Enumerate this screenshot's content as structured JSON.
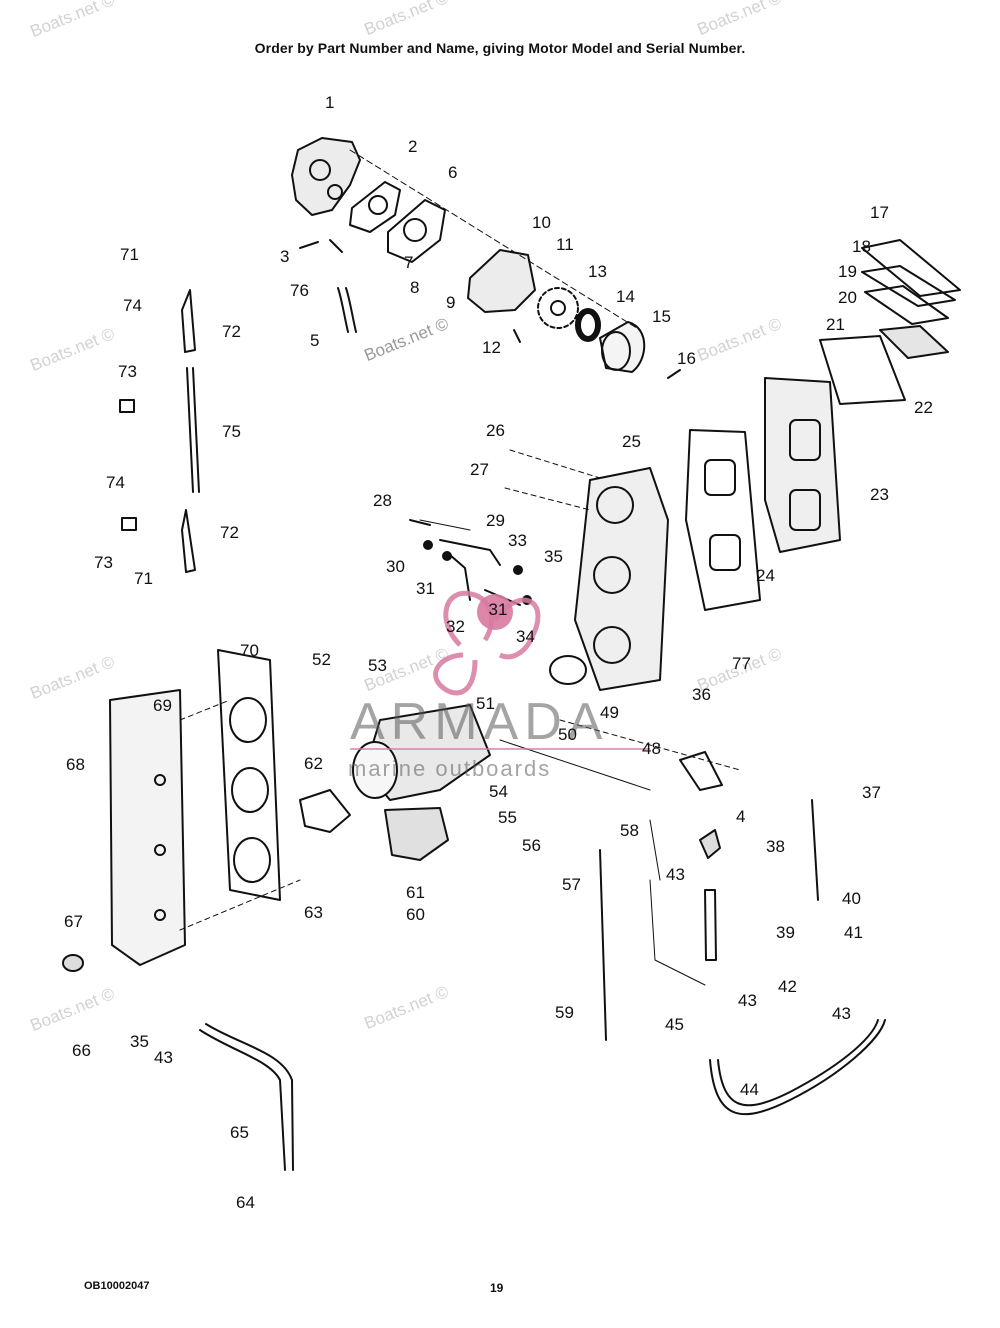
{
  "header": "Order by Part Number and Name, giving Motor Model and Serial Number.",
  "footer": {
    "code": "OB10002047",
    "page": "19"
  },
  "watermark_text": "Boats.net ©",
  "logo": {
    "name": "ARMADA",
    "tagline": "marine outboards",
    "overlay_number": "31",
    "accent_color": "#d87aa0"
  },
  "part_callouts": [
    "1",
    "2",
    "3",
    "4",
    "5",
    "6",
    "7",
    "8",
    "9",
    "10",
    "11",
    "12",
    "13",
    "14",
    "15",
    "16",
    "17",
    "18",
    "19",
    "20",
    "21",
    "22",
    "23",
    "24",
    "25",
    "26",
    "27",
    "28",
    "29",
    "30",
    "31",
    "32",
    "33",
    "34",
    "35",
    "36",
    "37",
    "38",
    "39",
    "40",
    "41",
    "42",
    "43",
    "44",
    "45",
    "48",
    "49",
    "50",
    "51",
    "52",
    "53",
    "54",
    "55",
    "56",
    "57",
    "58",
    "59",
    "60",
    "61",
    "62",
    "63",
    "64",
    "65",
    "66",
    "67",
    "68",
    "69",
    "70",
    "71",
    "72",
    "73",
    "74",
    "75",
    "76",
    "77"
  ]
}
